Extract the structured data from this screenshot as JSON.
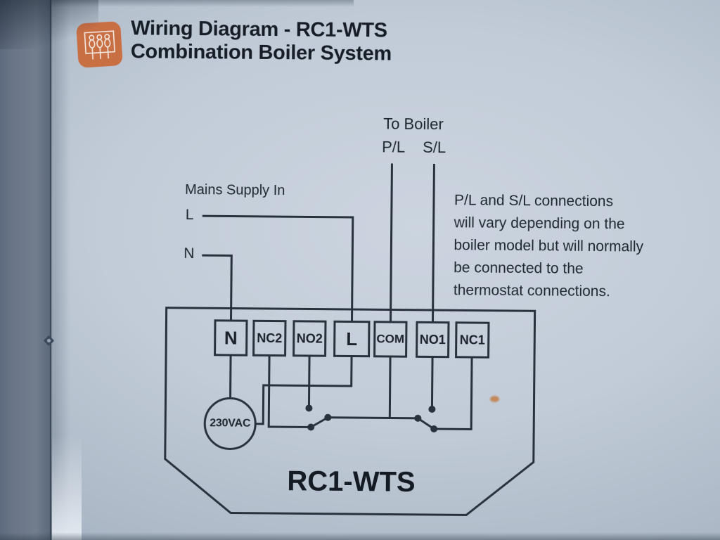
{
  "page": {
    "header": {
      "icon": "wiring-terminals-icon",
      "title_line1": "Wiring Diagram - RC1-WTS",
      "title_line2": "Combination Boiler System"
    },
    "diagram": {
      "to_boiler_label": "To Boiler",
      "pl_label": "P/L",
      "sl_label": "S/L",
      "mains_label": "Mains Supply In",
      "live_label": "L",
      "neutral_label": "N",
      "note_lines": [
        "P/L and S/L connections",
        "will vary depending on the",
        "boiler model but will normally",
        "be connected to the",
        "thermostat connections."
      ],
      "terminals": [
        "N",
        "NC2",
        "NO2",
        "L",
        "COM",
        "NO1",
        "NC1"
      ],
      "coil_label": "230VAC",
      "device_label": "RC1-WTS"
    },
    "colors": {
      "accent_orange": "#c96f44",
      "line": "#28313c",
      "page_light": "#c7d0db",
      "page_dark": "#8e9db0"
    }
  }
}
